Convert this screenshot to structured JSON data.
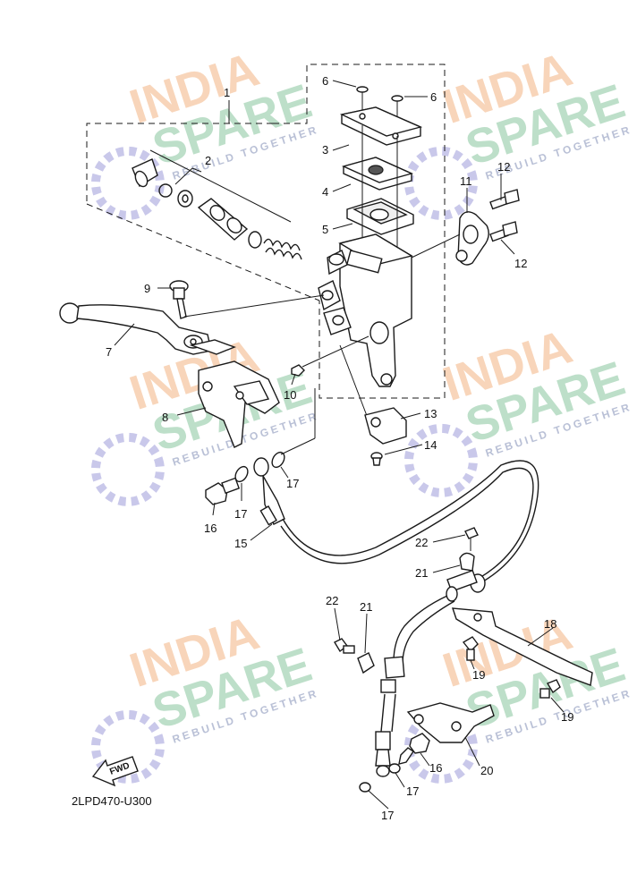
{
  "diagram": {
    "code": "2LPD470-U300",
    "fwd_label": "FWD",
    "callouts": [
      "1",
      "2",
      "3",
      "4",
      "5",
      "6",
      "6",
      "7",
      "8",
      "9",
      "10",
      "11",
      "12",
      "12",
      "13",
      "14",
      "15",
      "16",
      "16",
      "17",
      "17",
      "17",
      "17",
      "18",
      "19",
      "19",
      "20",
      "21",
      "21",
      "22",
      "22"
    ]
  },
  "watermark": {
    "line1": "INDIA",
    "line2": "SPARE",
    "tagline": "REBUILD TOGETHER",
    "colors": {
      "india": "#f6c7a3",
      "spare": "#a8d5b8",
      "tagline": "#b9c0d6",
      "icon": "#c9c8ea"
    }
  }
}
